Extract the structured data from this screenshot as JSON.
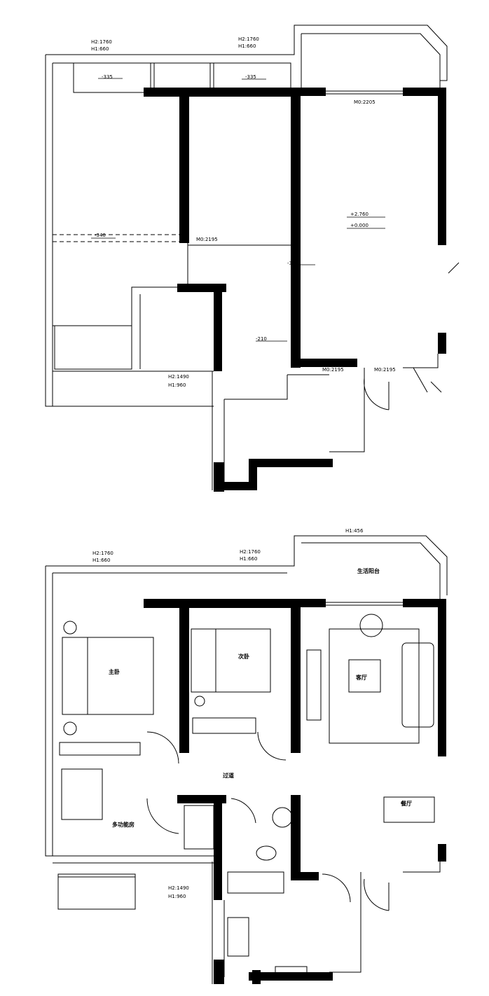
{
  "plan_top": {
    "window_left": {
      "h2": "H2:1760",
      "h1": "H1:660"
    },
    "window_mid": {
      "h2": "H2:1760",
      "h1": "H1:660"
    },
    "window_bottom": {
      "h2": "H2:1490",
      "h1": "H1:960"
    },
    "elev_335_a": "-335",
    "elev_335_b": "-335",
    "elev_340": "-340",
    "elev_335_c": "-335",
    "elev_210": "-210",
    "elev_p2760": "+2.760",
    "elev_p0000": "+0.000",
    "door_2205": "M0:2205",
    "door_2195_a": "M0:2195",
    "door_2195_b": "M0:2195",
    "door_2195_c": "M0:2195"
  },
  "plan_bottom": {
    "window_left": {
      "h2": "H2:1760",
      "h1": "H1:660"
    },
    "window_mid": {
      "h2": "H2:1760",
      "h1": "H1:660"
    },
    "window_balcony": {
      "h1": "H1:456"
    },
    "window_bottom": {
      "h2": "H2:1490",
      "h1": "H1:960"
    },
    "rooms": {
      "master_bedroom": "主卧",
      "second_bedroom": "次卧",
      "living_room": "客厅",
      "dining_room": "餐厅",
      "balcony": "生活阳台",
      "corridor": "过道",
      "multi_room": "多功能房"
    }
  }
}
